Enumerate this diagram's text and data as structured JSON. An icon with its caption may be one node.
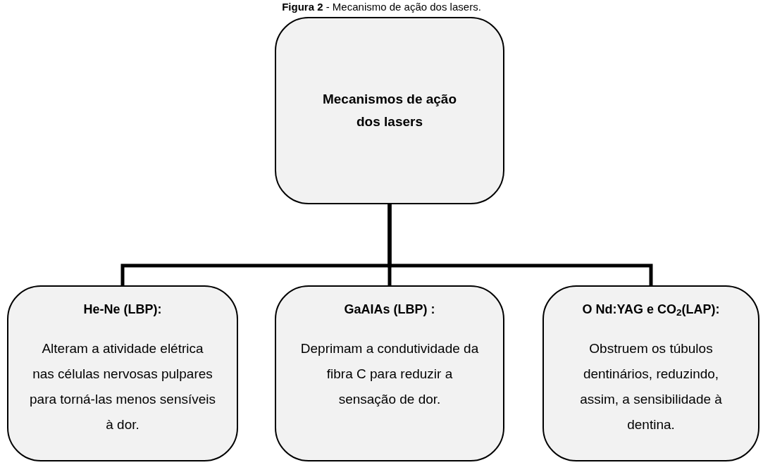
{
  "diagram": {
    "title": "**Figura 2** - Mecanismo de ação dos lasers.",
    "nodes": [
      {
        "text": [
          "Mecanismos de ação dos lasers"
        ]
      },
      {
        "text": [
          "He-Ne (LBP):",
          "Alteram a atividade elétrica nas células nervosas pulpares para torná-las menos sensíveis à dor."
        ]
      },
      {
        "text": [
          "GaAIAs (LBP) :",
          "Deprimam a condutividade da fibra C para reduzir a sensação de dor."
        ]
      },
      {
        "text": [
          "O Nd:YAG e CO$_{2}$(LAP):",
          "Obstruem os túbulos dentinários, reduzindo, assim, a sensibilidade à dentina."
        ]
      }
    ],
    "edges": [
      {
        "from": 0,
        "to": 1,
        "arrow": "none"
      },
      {
        "from": 0,
        "to": 2,
        "arrow": "none"
      },
      {
        "from": 0,
        "to": 3,
        "arrow": "none"
      }
    ]
  }
}
